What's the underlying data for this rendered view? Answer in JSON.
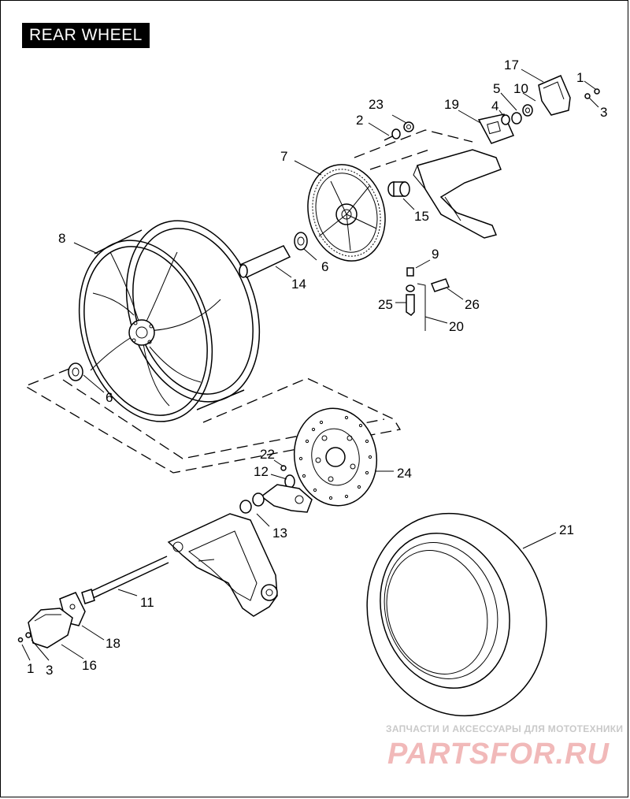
{
  "title": "REAR WHEEL",
  "callouts": [
    {
      "id": "c1a",
      "text": "1"
    },
    {
      "id": "c3a",
      "text": "3"
    },
    {
      "id": "c17",
      "text": "17"
    },
    {
      "id": "c5",
      "text": "5"
    },
    {
      "id": "c10",
      "text": "10"
    },
    {
      "id": "c4",
      "text": "4"
    },
    {
      "id": "c19",
      "text": "19"
    },
    {
      "id": "c23",
      "text": "23"
    },
    {
      "id": "c2",
      "text": "2"
    },
    {
      "id": "c7",
      "text": "7"
    },
    {
      "id": "c15",
      "text": "15"
    },
    {
      "id": "c8",
      "text": "8"
    },
    {
      "id": "c6a",
      "text": "6"
    },
    {
      "id": "c14",
      "text": "14"
    },
    {
      "id": "c9",
      "text": "9"
    },
    {
      "id": "c25",
      "text": "25"
    },
    {
      "id": "c26",
      "text": "26"
    },
    {
      "id": "c20",
      "text": "20"
    },
    {
      "id": "c6b",
      "text": "6"
    },
    {
      "id": "c22",
      "text": "22"
    },
    {
      "id": "c12",
      "text": "12"
    },
    {
      "id": "c24",
      "text": "24"
    },
    {
      "id": "c13",
      "text": "13"
    },
    {
      "id": "c21",
      "text": "21"
    },
    {
      "id": "c11",
      "text": "11"
    },
    {
      "id": "c18",
      "text": "18"
    },
    {
      "id": "c1b",
      "text": "1"
    },
    {
      "id": "c3b",
      "text": "3"
    },
    {
      "id": "c16",
      "text": "16"
    }
  ],
  "watermark": {
    "line1": "ЗАПЧАСТИ И АКСЕССУАРЫ ДЛЯ МОТОТЕХНИКИ",
    "line2": "PARTSFOR.RU"
  }
}
